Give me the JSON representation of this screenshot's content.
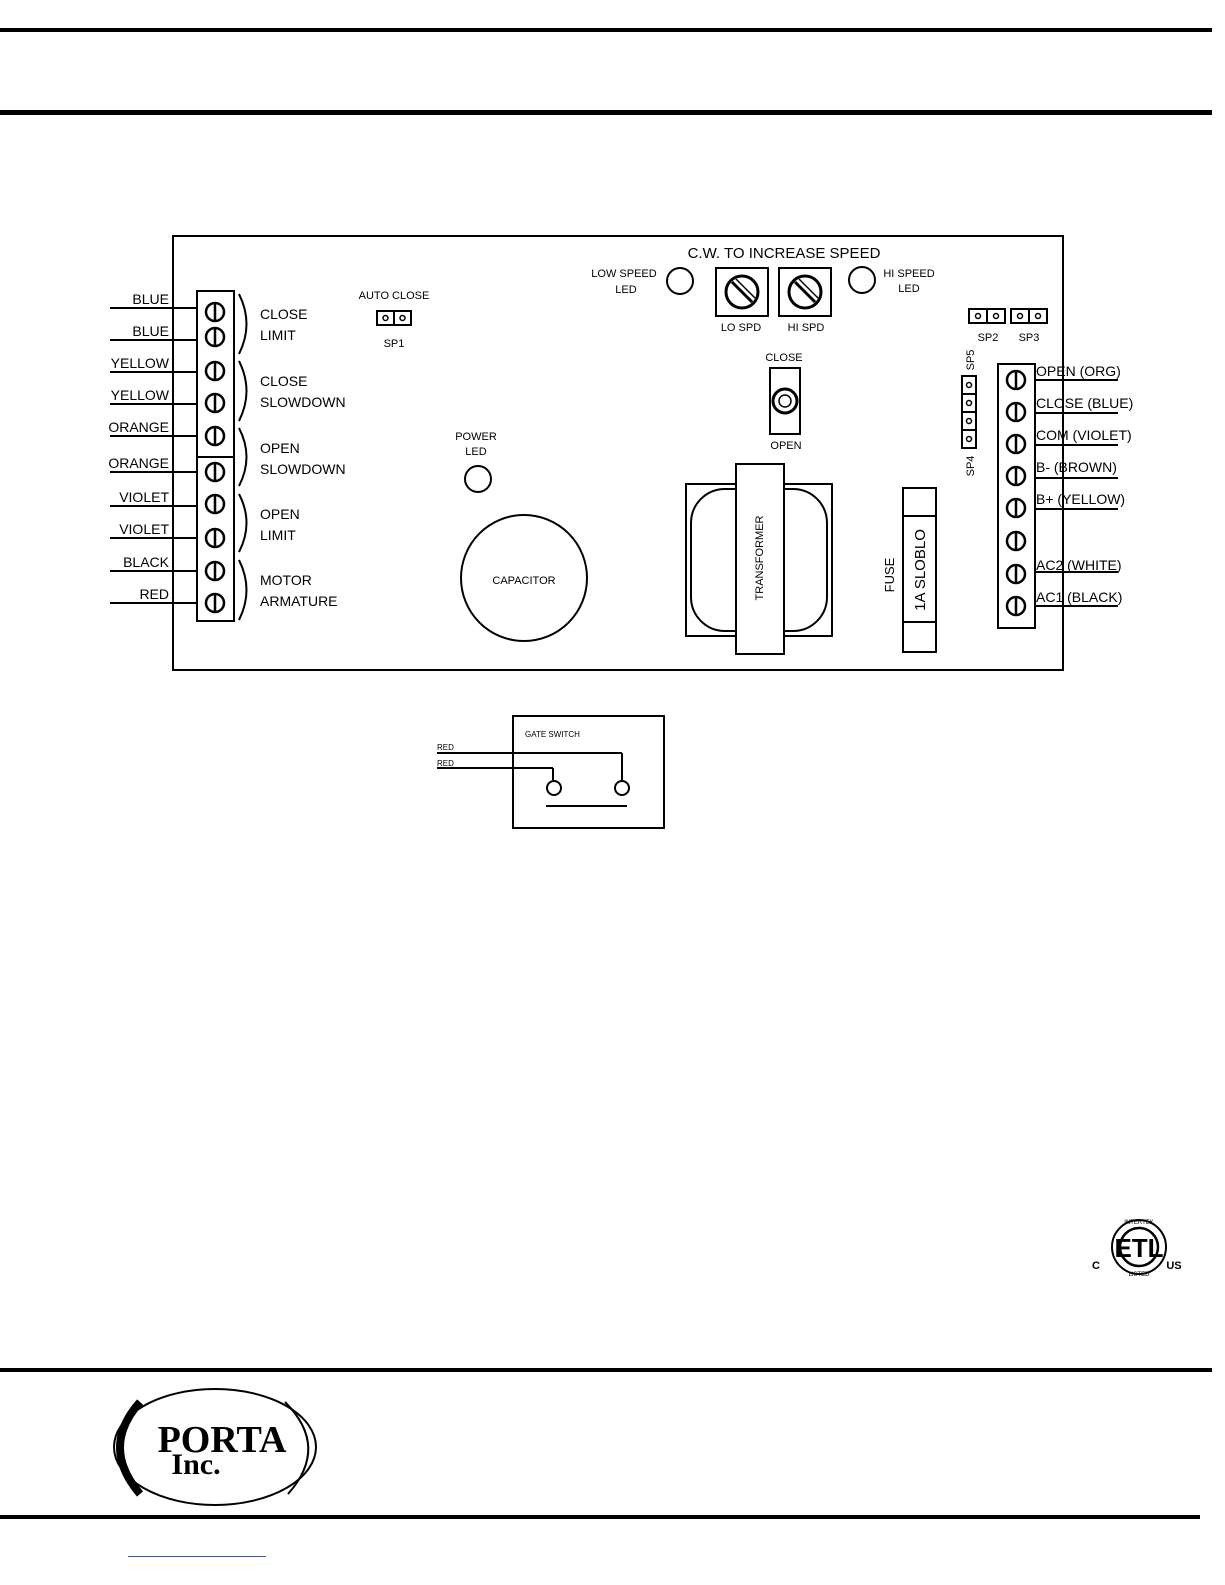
{
  "board": {
    "speed_title": "C.W. TO INCREASE SPEED",
    "autoclose_label": "AUTO CLOSE",
    "sp1_label": "SP1",
    "low_speed_led": [
      "LOW SPEED",
      "LED"
    ],
    "high_speed_led": [
      "HI SPEED",
      "LED"
    ],
    "lo_spd_label": "LO SPD",
    "hi_spd_label": "HI SPD",
    "sp2_label": "SP2",
    "sp3_label": "SP3",
    "sp5_label": "SP5",
    "sp4_label": "SP4",
    "switch_close_label": "CLOSE",
    "switch_open_label": "OPEN",
    "power_led": [
      "POWER",
      "LED"
    ],
    "capacitor_label": "CAPACITOR",
    "transformer_label": "TRANSFORMER",
    "fuse_label": "FUSE",
    "fuse_rating": "1A SLOBLO"
  },
  "left_terminals": {
    "wires": [
      "BLUE",
      "BLUE",
      "YELLOW",
      "YELLOW",
      "ORANGE",
      "ORANGE",
      "VIOLET",
      "VIOLET",
      "BLACK",
      "RED"
    ],
    "groups": [
      [
        "CLOSE",
        "LIMIT"
      ],
      [
        "CLOSE",
        "SLOWDOWN"
      ],
      [
        "OPEN",
        "SLOWDOWN"
      ],
      [
        "OPEN",
        "LIMIT"
      ],
      [
        "MOTOR",
        "ARMATURE"
      ]
    ]
  },
  "right_terminals": {
    "labels": [
      "OPEN  (ORG)",
      "CLOSE  (BLUE)",
      "COM  (VIOLET)",
      "B-    (BROWN)",
      "B+   (YELLOW)",
      "",
      "AC2   (WHITE)",
      "AC1   (BLACK)"
    ]
  },
  "gate_switch": {
    "title": "GATE SWITCH",
    "wire_labels": [
      "RED",
      "RED"
    ]
  },
  "certification": {
    "mark": "ETL",
    "text_top": "INTERTEK",
    "text_bottom": "LISTED",
    "left": "C",
    "right": "US"
  },
  "footer": {
    "logo_line1": "PORTA",
    "logo_line2": "Inc."
  },
  "colors": {
    "ink": "#000000",
    "paper": "#ffffff",
    "link_underline": "#3355cc"
  }
}
